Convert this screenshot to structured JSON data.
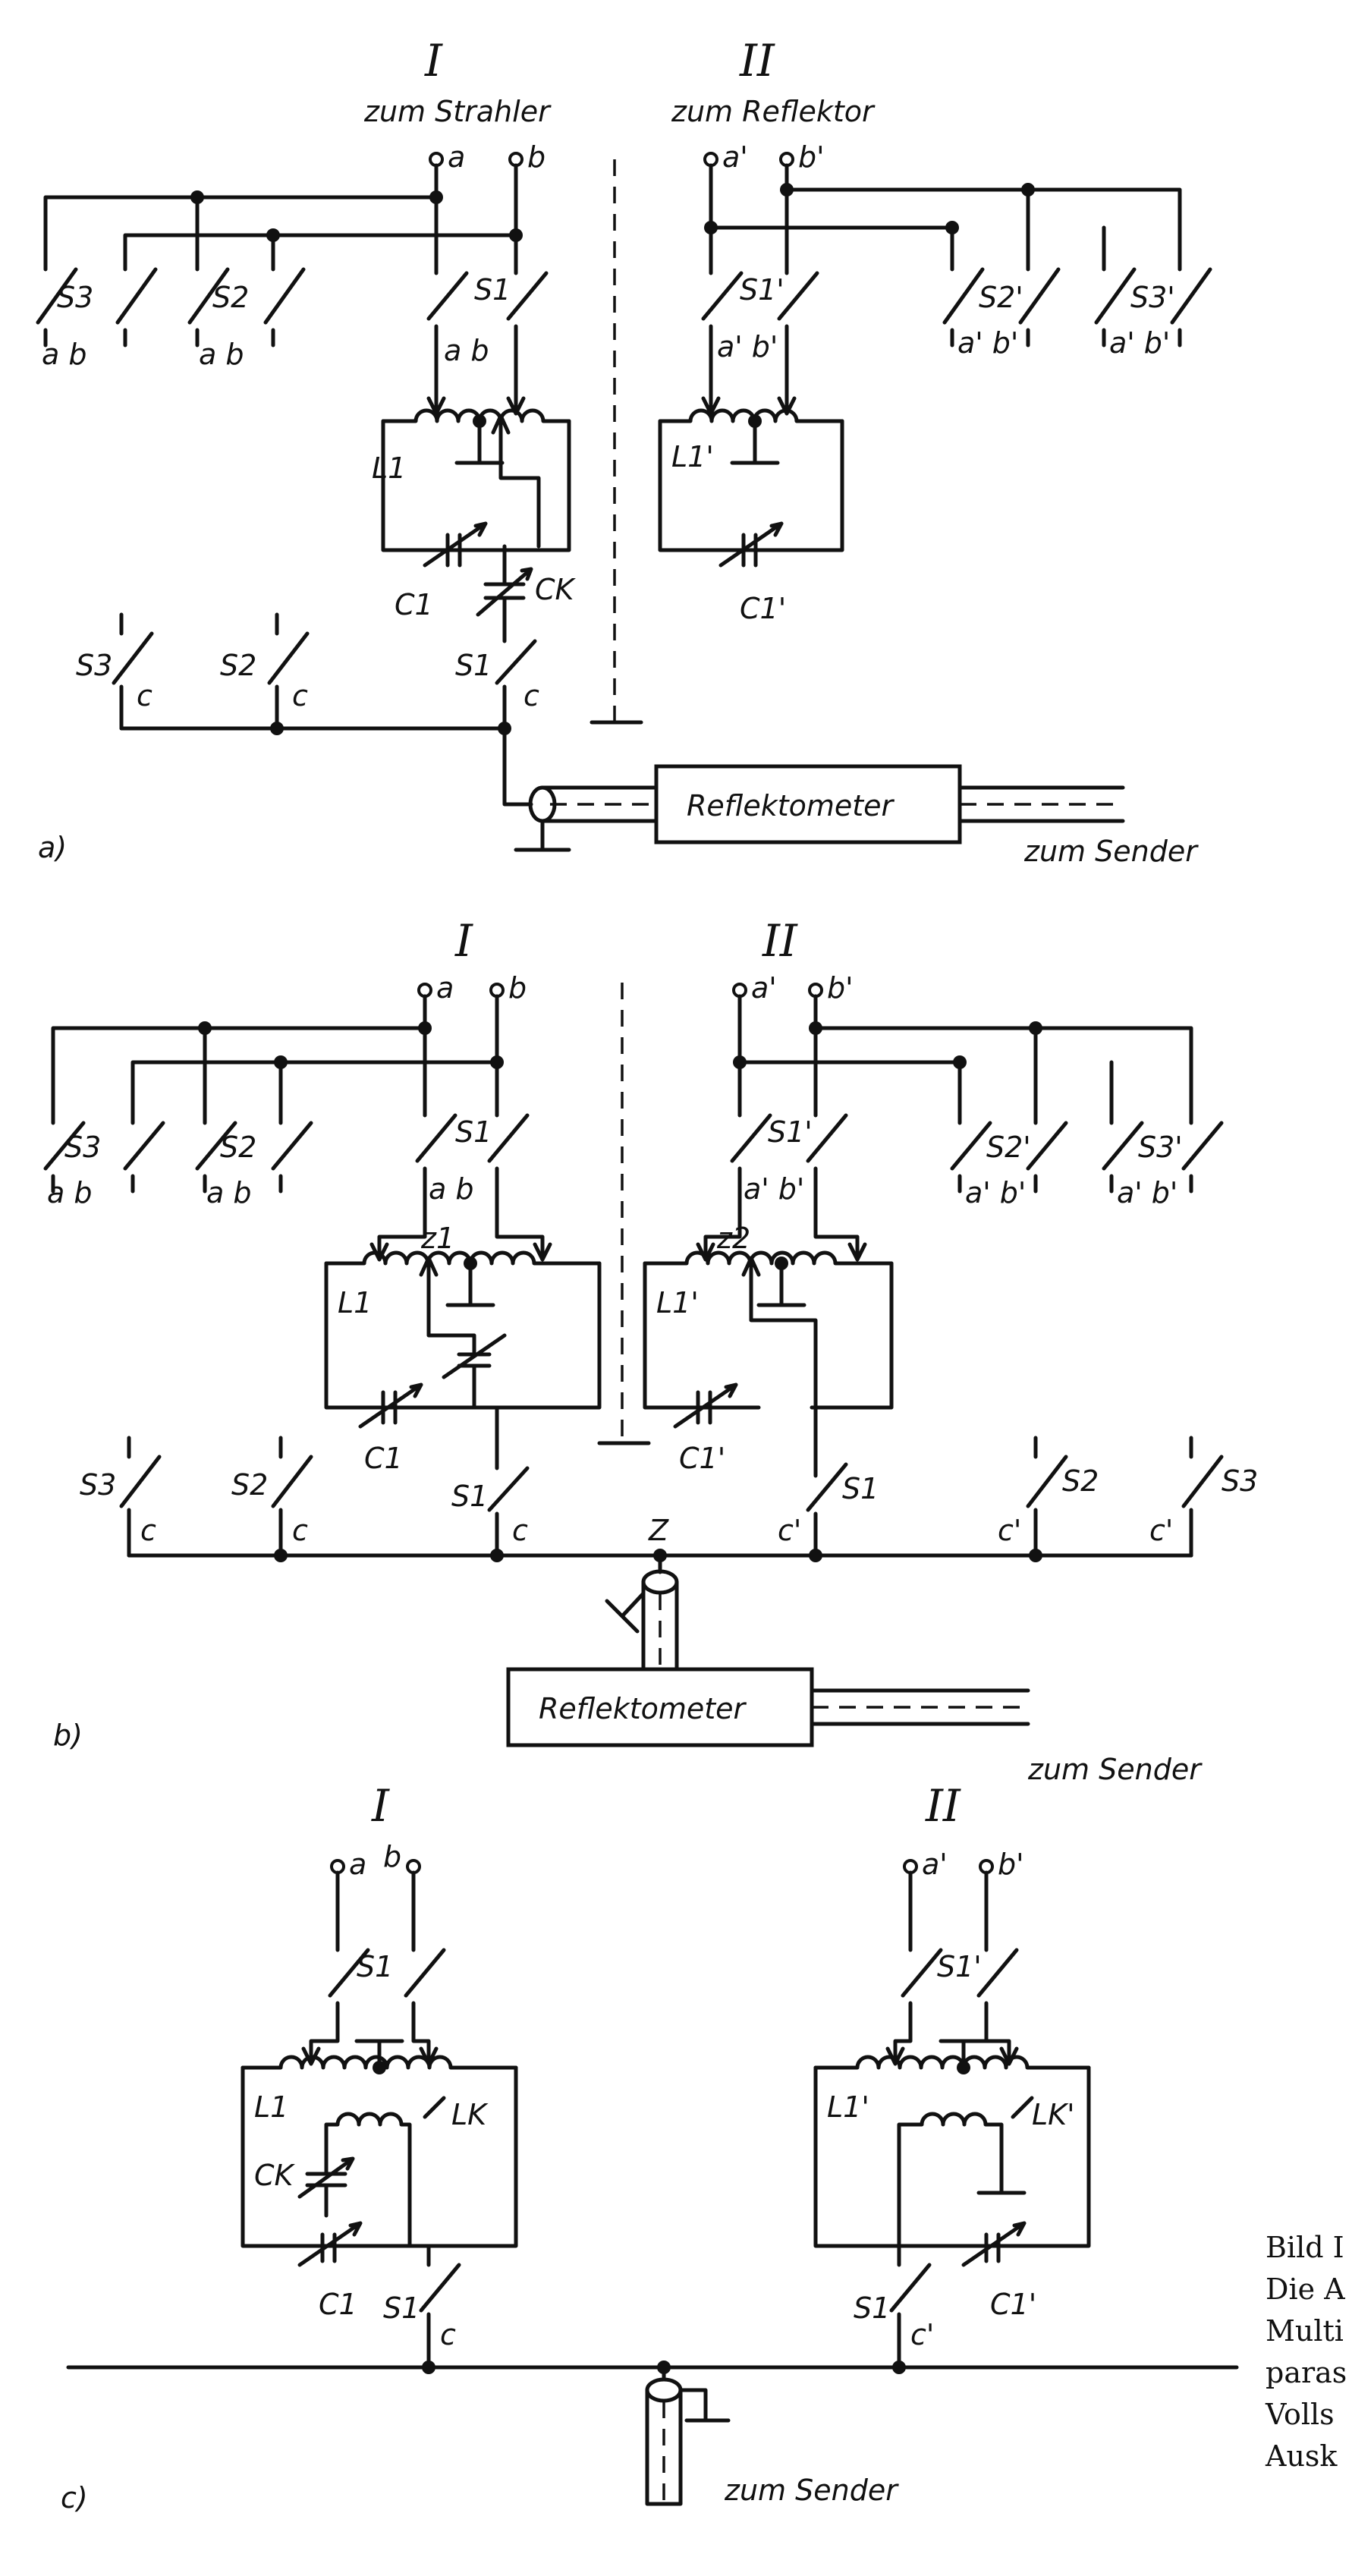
{
  "panel_a": {
    "letter": "a)",
    "side1_numeral": "I",
    "side2_numeral": "II",
    "side1_title": "zum Strahler",
    "side2_title": "zum Reflektor",
    "terminals": [
      "a",
      "b",
      "a'",
      "b'"
    ],
    "switch_labels": [
      "S3",
      "S2",
      "S1",
      "S1'",
      "S2'",
      "S3'"
    ],
    "switch_pole_labels": [
      "a b",
      "a b",
      "a b",
      "a' b'",
      "a' b'",
      "a' b'"
    ],
    "lower_switch_labels": [
      "S3",
      "S2",
      "S1"
    ],
    "lower_pole": "c",
    "inductors": [
      "L1",
      "L1'"
    ],
    "capacitors": [
      "C1",
      "CK",
      "C1'"
    ],
    "reflectometer": "Reflektometer",
    "to_sender": "zum Sender"
  },
  "panel_b": {
    "letter": "b)",
    "side1_numeral": "I",
    "side2_numeral": "II",
    "terminals": [
      "a",
      "b",
      "a'",
      "b'"
    ],
    "switch_labels": [
      "S3",
      "S2",
      "S1",
      "S1'",
      "S2'",
      "S3'"
    ],
    "switch_pole_labels": [
      "a b",
      "a b",
      "a b",
      "a' b'",
      "a' b'",
      "a' b'"
    ],
    "taps": [
      "z1",
      "z2"
    ],
    "inductors": [
      "L1",
      "L1'"
    ],
    "capacitors": [
      "C1",
      "C1'"
    ],
    "lower_switch_labels": [
      "S3",
      "S2",
      "S1",
      "S1",
      "S2",
      "S3"
    ],
    "lower_poles": [
      "c",
      "c",
      "c",
      "c'",
      "c'",
      "c'"
    ],
    "node": "Z",
    "reflectometer": "Reflektometer",
    "to_sender": "zum Sender"
  },
  "panel_c": {
    "letter": "c)",
    "side1_numeral": "I",
    "side2_numeral": "II",
    "terminals": [
      "a",
      "b",
      "a'",
      "b'"
    ],
    "switch_labels": [
      "S1",
      "S1'"
    ],
    "inductors": [
      "L1",
      "L1'"
    ],
    "coupling_coils": [
      "LK",
      "LK'"
    ],
    "capacitors": [
      "CK",
      "C1",
      "C1'"
    ],
    "lower_switch_labels": [
      "S1",
      "S1"
    ],
    "lower_poles": [
      "c",
      "c'"
    ],
    "to_sender": "zum Sender"
  },
  "caption_lines": [
    "Bild I",
    "Die A",
    "Multi",
    "paras",
    "Volls",
    "Ausk"
  ]
}
